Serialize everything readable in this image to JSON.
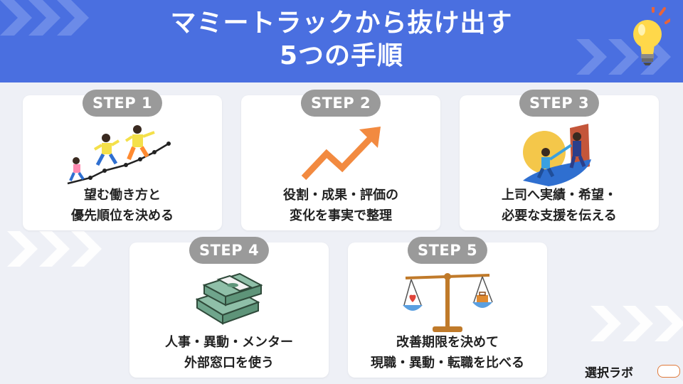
{
  "header": {
    "title_line1": "マミートラックから抜け出す",
    "title_line2": "5つの手順"
  },
  "steps": [
    {
      "label": "STEP 1",
      "desc_line1": "望む働き方と",
      "desc_line2": "優先順位を決める"
    },
    {
      "label": "STEP 2",
      "desc_line1": "役割・成果・評価の",
      "desc_line2": "変化を事実で整理"
    },
    {
      "label": "STEP 3",
      "desc_line1": "上司へ実績・希望・",
      "desc_line2": "必要な支援を伝える"
    },
    {
      "label": "STEP 4",
      "desc_line1": "人事・異動・メンター",
      "desc_line2": "外部窓口を使う"
    },
    {
      "label": "STEP 5",
      "desc_line1": "改善期限を決めて",
      "desc_line2": "現職・異動・転職を比べる"
    }
  ],
  "logo": {
    "text": "選択ラボ"
  },
  "colors": {
    "header_bg": "#4a6fe0",
    "pill_bg": "#9a9a9a",
    "arrow_orange": "#f28a40",
    "card_bg": "#ffffff",
    "page_bg": "#eef0f6"
  },
  "icons": {
    "step1": "running-people-icon",
    "step2": "rising-arrow-icon",
    "step3": "helping-hand-icon",
    "step4": "money-stack-icon",
    "step5": "balance-scale-icon",
    "header": "lightbulb-icon"
  }
}
